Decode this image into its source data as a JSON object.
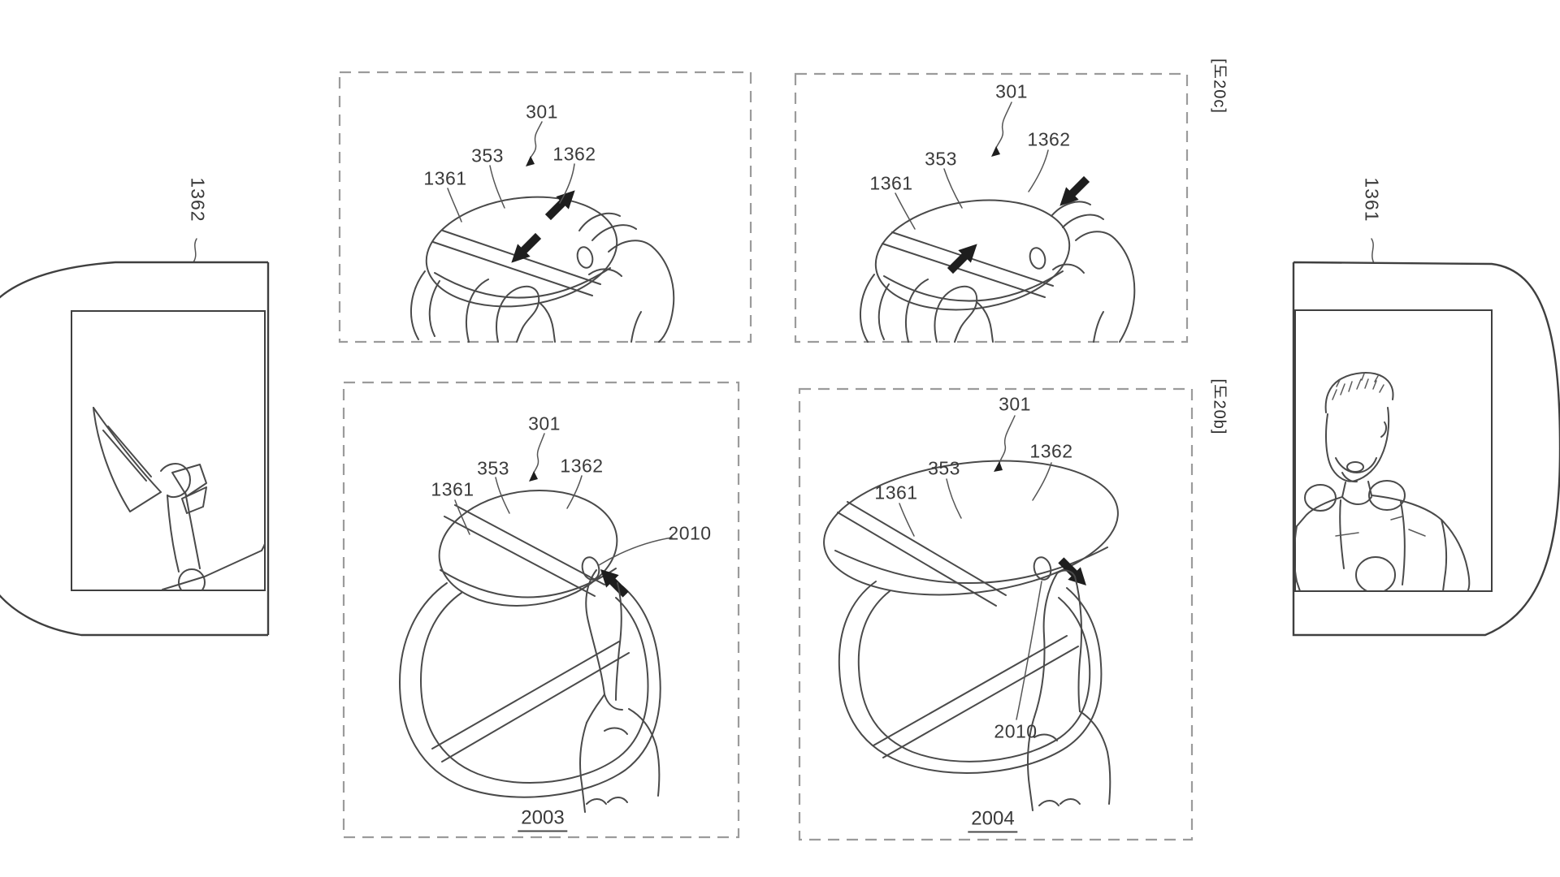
{
  "page": {
    "background": "#ffffff",
    "ink_color": "#4a4a4a",
    "dash_color": "#9b9b9b",
    "label_color": "#3a3a3a"
  },
  "side_tags": {
    "top_right": "[도20c]",
    "bottom_right": "[도20b]"
  },
  "left_display": {
    "tag": "1362"
  },
  "right_display": {
    "tag": "1361"
  },
  "panels": {
    "top_left": {
      "ref_301": "301",
      "ref_353": "353",
      "ref_1361": "1361",
      "ref_1362": "1362"
    },
    "top_right": {
      "ref_301": "301",
      "ref_353": "353",
      "ref_1361": "1361",
      "ref_1362": "1362"
    },
    "bottom_left": {
      "ref_301": "301",
      "ref_353": "353",
      "ref_1361": "1361",
      "ref_1362": "1362",
      "ref_2010": "2010",
      "caption": "2003"
    },
    "bottom_right": {
      "ref_301": "301",
      "ref_353": "353",
      "ref_1361": "1361",
      "ref_1362": "1362",
      "ref_2010": "2010",
      "caption": "2004"
    }
  }
}
